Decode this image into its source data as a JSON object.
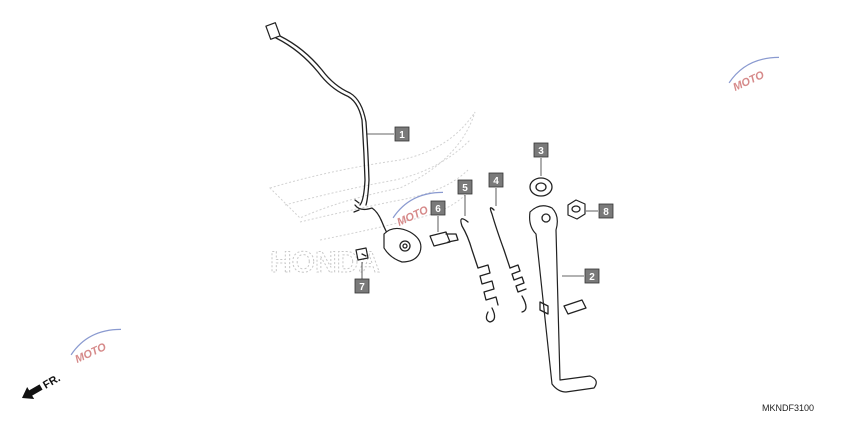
{
  "diagram_code": "MKNDF3100",
  "direction_label": "FR.",
  "brand_watermark": "HONDA",
  "site_watermark": "MOTO",
  "callouts": [
    {
      "number": "1"
    },
    {
      "number": "2"
    },
    {
      "number": "3"
    },
    {
      "number": "4"
    },
    {
      "number": "5"
    },
    {
      "number": "6"
    },
    {
      "number": "7"
    },
    {
      "number": "8"
    }
  ],
  "colors": {
    "callout_fill": "#7a7a7a",
    "line": "#222222",
    "watermark": "#c8c8c8",
    "site_watermark": "#d68a8a"
  }
}
